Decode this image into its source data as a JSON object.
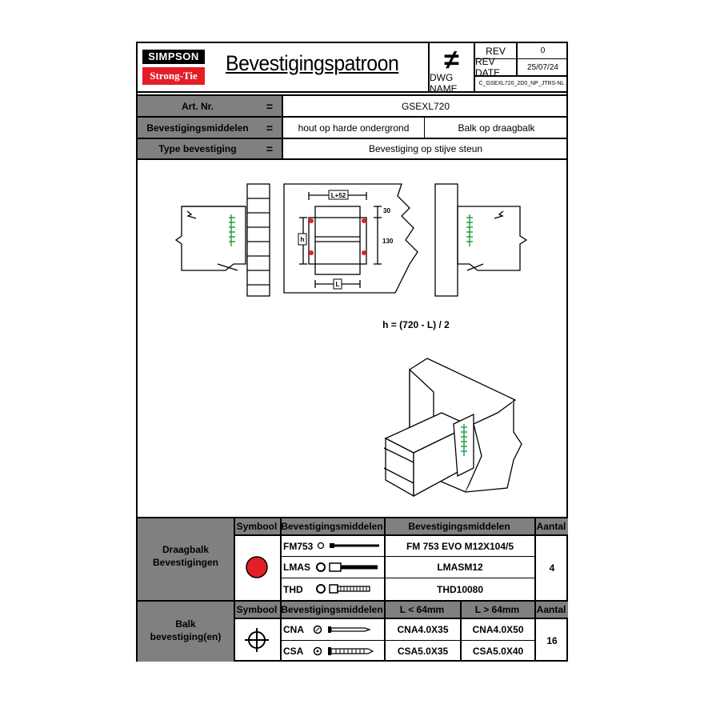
{
  "logo": {
    "top": "SIMPSON",
    "bottom": "Strong-Tie",
    "brand_red": "#e41e26"
  },
  "title": "Bevestigingspatroon",
  "revision": {
    "not_equal_symbol": "≠",
    "rev_label": "REV",
    "rev_value": "0",
    "date_label": "REV DATE",
    "date_value": "25/07/24",
    "dwg_label": "DWG NAME",
    "dwg_value": "C_GSEXL720_2D0_NP_JTRS-NL"
  },
  "info": {
    "art_label": "Art. Nr.",
    "art_value": "GSEXL720",
    "bev_label": "Bevestigingsmiddelen",
    "bev_value1": "hout op harde ondergrond",
    "bev_value2": "Balk op draagbalk",
    "type_label": "Type bevestiging",
    "type_value": "Bevestiging op stijve steun",
    "eq": "="
  },
  "drawing": {
    "formula": "h = (720 - L) / 2",
    "dim_L52": "L+52",
    "dim_30": "30",
    "dim_130": "130",
    "dim_h": "h",
    "dim_L": "L"
  },
  "table1": {
    "group_label_1": "Draagbalk",
    "group_label_2": "Bevestigingen",
    "symbool_header": "Symbool",
    "bev_header": "Bevestigingsmiddelen",
    "bev_header2": "Bevestigingsmiddelen",
    "aantal_header": "Aantal",
    "rows": [
      {
        "code": "FM753",
        "product": "FM 753 EVO M12X104/5"
      },
      {
        "code": "LMAS",
        "product": "LMASM12"
      },
      {
        "code": "THD",
        "product": "THD10080"
      }
    ],
    "aantal": "4",
    "symbol_color": "#e41e26"
  },
  "table2": {
    "group_label_1": "Balk",
    "group_label_2": "bevestiging(en)",
    "symbool_header": "Symbool",
    "bev_header": "Bevestigingsmiddelen",
    "col_a": "L < 64mm",
    "col_b": "L > 64mm",
    "aantal_header": "Aantal",
    "rows": [
      {
        "code": "CNA",
        "a": "CNA4.0X35",
        "b": "CNA4.0X50"
      },
      {
        "code": "CSA",
        "a": "CSA5.0X35",
        "b": "CSA5.0X40"
      }
    ],
    "aantal": "16",
    "symbol_color": "#1a9a3a"
  }
}
